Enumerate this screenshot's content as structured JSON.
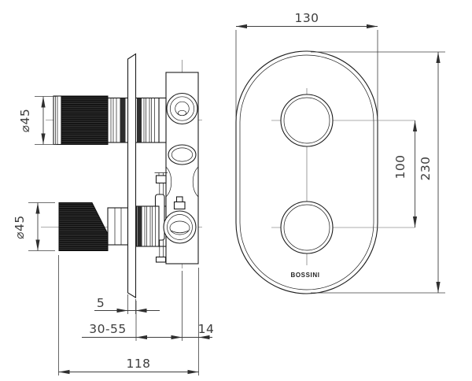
{
  "drawing": {
    "brand": "BOSSINI",
    "front_view": {
      "plate_width": "130",
      "plate_height": "230",
      "handle_spacing": "100"
    },
    "side_view": {
      "top_handle_diameter": "⌀45",
      "bottom_handle_diameter": "⌀45",
      "plate_thickness": "5",
      "recess_depth_range": "30-55",
      "outlet_offset": "14",
      "total_depth": "118"
    }
  }
}
